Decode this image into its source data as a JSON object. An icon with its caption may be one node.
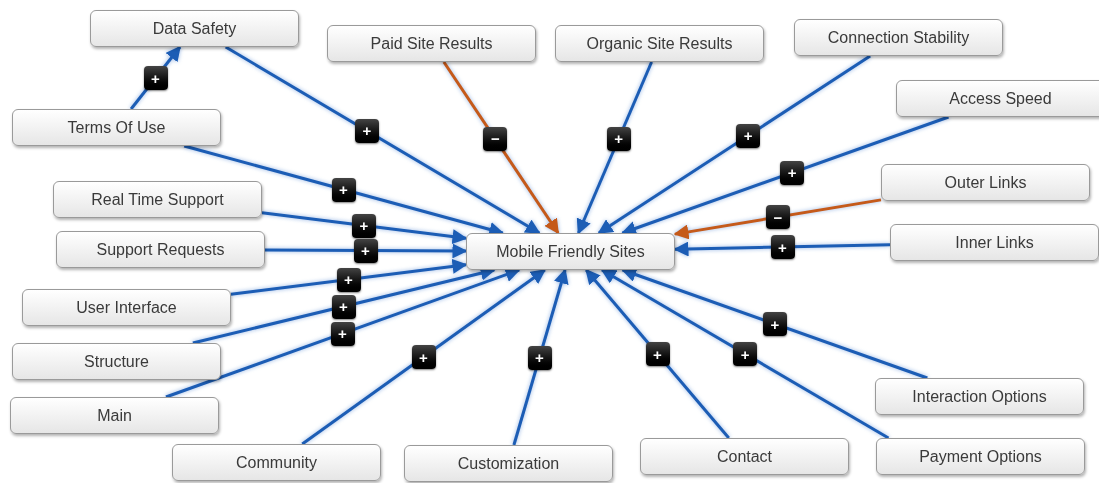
{
  "diagram": {
    "nodes": [
      {
        "text": [
          "Data Safety"
        ]
      },
      {
        "text": [
          "Paid Site Results"
        ]
      },
      {
        "text": [
          "Organic Site Results"
        ]
      },
      {
        "text": [
          "Connection Stability"
        ]
      },
      {
        "text": [
          "Terms Of Use"
        ]
      },
      {
        "text": [
          "Access Speed"
        ]
      },
      {
        "text": [
          "Real Time Support"
        ]
      },
      {
        "text": [
          "Outer Links"
        ]
      },
      {
        "text": [
          "Mobile Friendly Sites"
        ]
      },
      {
        "text": [
          "Support Requests"
        ]
      },
      {
        "text": [
          "Inner Links"
        ]
      },
      {
        "text": [
          "User Interface"
        ]
      },
      {
        "text": [
          "Structure"
        ]
      },
      {
        "text": [
          "Main"
        ]
      },
      {
        "text": [
          "Interaction Options"
        ]
      },
      {
        "text": [
          "Community"
        ]
      },
      {
        "text": [
          "Customization"
        ]
      },
      {
        "text": [
          "Contact"
        ]
      },
      {
        "text": [
          "Payment Options"
        ]
      }
    ],
    "edges": [
      {
        "from": 4,
        "to": 0,
        "arrow": "to",
        "label": "+"
      },
      {
        "from": 0,
        "to": 8,
        "arrow": "to",
        "label": "+"
      },
      {
        "from": 1,
        "to": 8,
        "arrow": "to",
        "label": "−",
        "color": "#c55a1a"
      },
      {
        "from": 2,
        "to": 8,
        "arrow": "to",
        "label": "+"
      },
      {
        "from": 3,
        "to": 8,
        "arrow": "to",
        "label": "+"
      },
      {
        "from": 4,
        "to": 8,
        "arrow": "to",
        "label": "+"
      },
      {
        "from": 5,
        "to": 8,
        "arrow": "to",
        "label": "+"
      },
      {
        "from": 6,
        "to": 8,
        "arrow": "to",
        "label": "+"
      },
      {
        "from": 7,
        "to": 8,
        "arrow": "to",
        "label": "−",
        "color": "#c55a1a"
      },
      {
        "from": 9,
        "to": 8,
        "arrow": "to",
        "label": "+"
      },
      {
        "from": 10,
        "to": 8,
        "arrow": "to",
        "label": "+"
      },
      {
        "from": 11,
        "to": 8,
        "arrow": "to",
        "label": "+"
      },
      {
        "from": 12,
        "to": 8,
        "arrow": "to",
        "label": "+"
      },
      {
        "from": 13,
        "to": 8,
        "arrow": "to",
        "label": "+"
      },
      {
        "from": 14,
        "to": 8,
        "arrow": "to",
        "label": "+"
      },
      {
        "from": 18,
        "to": 8,
        "arrow": "to",
        "label": "+"
      },
      {
        "from": 15,
        "to": 8,
        "arrow": "to",
        "label": "+"
      },
      {
        "from": 16,
        "to": 8,
        "arrow": "to",
        "label": "+"
      },
      {
        "from": 17,
        "to": 8,
        "arrow": "to",
        "label": "+"
      }
    ]
  }
}
